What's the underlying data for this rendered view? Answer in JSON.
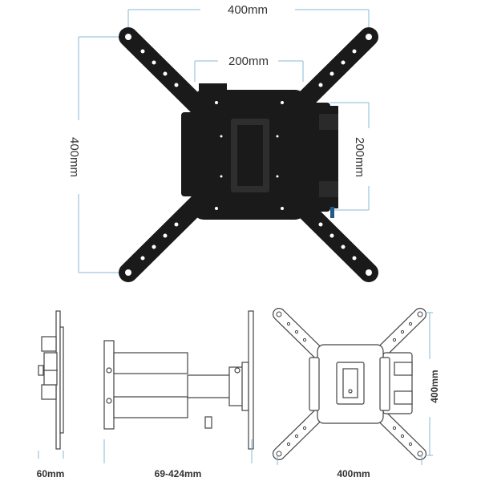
{
  "dimensions": {
    "top_width": "400mm",
    "inner_width": "200mm",
    "left_height": "400mm",
    "inner_height": "200mm",
    "profile_depth": "60mm",
    "arm_extension": "69-424mm",
    "rear_width": "400mm",
    "rear_height": "400mm"
  },
  "colors": {
    "dimension_line": "#8ab8d6",
    "mount_body": "#1a1a1a",
    "outline": "#444444",
    "background": "#ffffff"
  }
}
